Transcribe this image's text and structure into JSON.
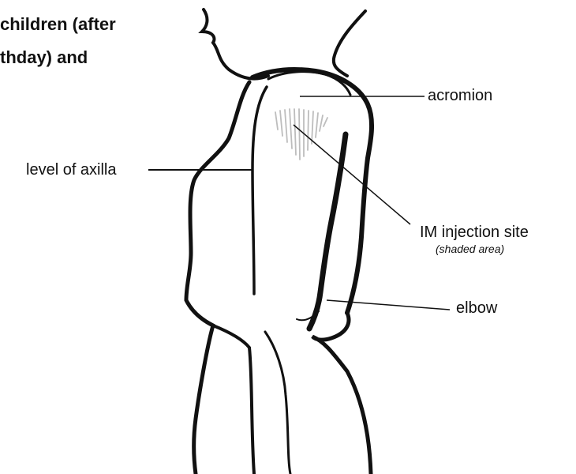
{
  "heading": {
    "line1": "children (after",
    "line2": "thday) and"
  },
  "labels": {
    "acromion": "acromion",
    "axilla": "level of axilla",
    "injection_site": "IM injection site",
    "injection_note": "(shaded area)",
    "elbow": "elbow"
  },
  "colors": {
    "outline": "#111111",
    "shading": "#bdbdbd",
    "background": "#ffffff"
  }
}
